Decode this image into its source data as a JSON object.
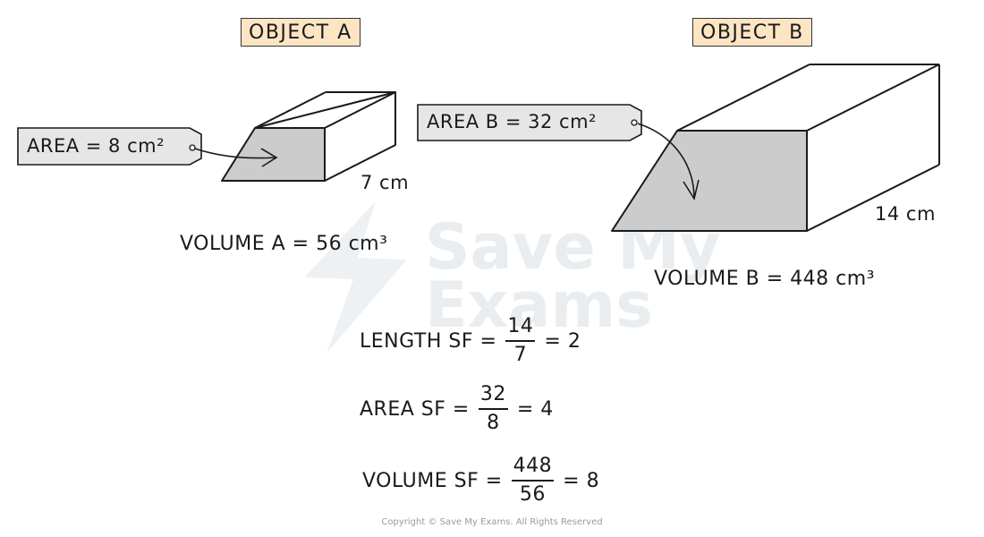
{
  "object_a": {
    "title": "OBJECT A",
    "area_label": "AREA = 8 cm²",
    "length_label": "7 cm",
    "volume_label": "VOLUME A = 56 cm³"
  },
  "object_b": {
    "title": "OBJECT B",
    "area_label": "AREA B = 32 cm²",
    "length_label": "14 cm",
    "volume_label": "VOLUME B = 448 cm³"
  },
  "scale_factors": {
    "length": {
      "label": "LENGTH SF =",
      "numerator": "14",
      "denominator": "7",
      "result": "= 2"
    },
    "area": {
      "label": "AREA SF =",
      "numerator": "32",
      "denominator": "8",
      "result": "= 4"
    },
    "volume": {
      "label": "VOLUME SF =",
      "numerator": "448",
      "denominator": "56",
      "result": "= 8"
    }
  },
  "watermark": {
    "line1": "Save My",
    "line2": "Exams"
  },
  "copyright": "Copyright © Save My Exams. All Rights Reserved",
  "colors": {
    "title_fill": "#fde5c4",
    "face_fill": "#cccccc",
    "tag_fill": "#e6e6e6",
    "watermark": "#e9edf0"
  }
}
